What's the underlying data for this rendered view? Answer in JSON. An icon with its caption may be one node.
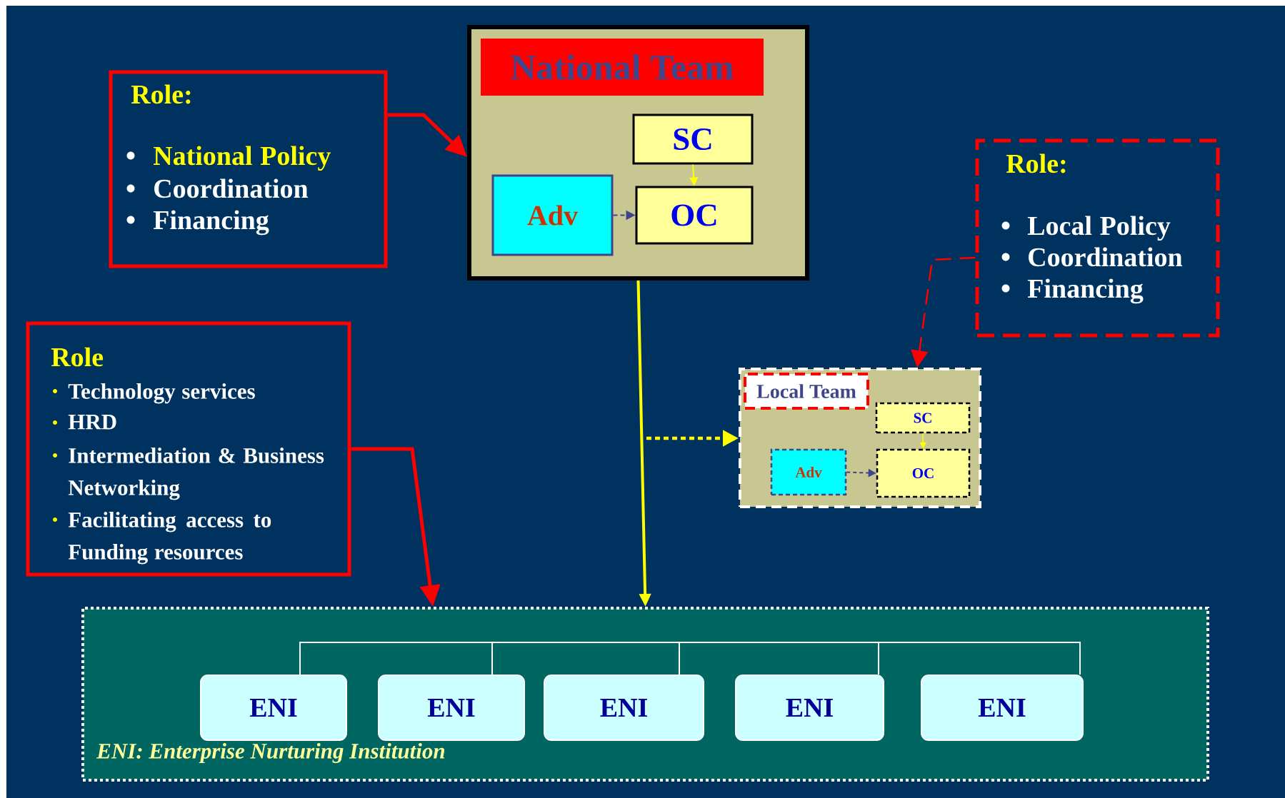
{
  "diagram": {
    "nodes": [
      {
        "text": [
          "National Team"
        ]
      },
      {
        "text": [
          "SC"
        ],
        "in": 0
      },
      {
        "text": [
          "OC"
        ],
        "in": 0
      },
      {
        "text": [
          "Adv"
        ],
        "in": 0
      },
      {
        "text": [
          "Role:",
          "National Policy",
          "Coordination",
          "Financing"
        ]
      },
      {
        "text": [
          "Role:",
          "Local Policy",
          "Coordination",
          "Financing"
        ]
      },
      {
        "text": [
          "Local Team"
        ]
      },
      {
        "text": [
          "SC"
        ],
        "in": 6
      },
      {
        "text": [
          "OC"
        ],
        "in": 6
      },
      {
        "text": [
          "Adv"
        ],
        "in": 6
      },
      {
        "text": [
          "Role",
          "Technology services",
          "HRD",
          "Intermediation & Business Networking",
          "Facilitating access to Funding resources"
        ]
      },
      {
        "text": [
          "ENI: Enterprise Nurturing Institution"
        ]
      },
      {
        "text": [
          "ENI"
        ],
        "in": 11
      },
      {
        "text": [
          "ENI"
        ],
        "in": 11
      },
      {
        "text": [
          "ENI"
        ],
        "in": 11
      },
      {
        "text": [
          "ENI"
        ],
        "in": 11
      },
      {
        "text": [
          "ENI"
        ],
        "in": 11
      }
    ],
    "edges": [
      {
        "from": 4,
        "to": 0,
        "arrow": "to",
        "style": "thick",
        "color": "#ff0000"
      },
      {
        "from": 1,
        "to": 2,
        "arrow": "to",
        "color": "#ffff00"
      },
      {
        "from": 3,
        "to": 2,
        "arrow": "to",
        "style": "dashed",
        "color": "#3f4589"
      },
      {
        "from": 5,
        "to": 6,
        "arrow": "to",
        "style": "dashed",
        "color": "#ff0000"
      },
      {
        "from": 0,
        "to": 11,
        "arrow": "to",
        "color": "#ffff00"
      },
      {
        "from": null,
        "to": 6,
        "arrow": "to",
        "style": "dashed",
        "color": "#ffff00"
      },
      {
        "from": 10,
        "to": 11,
        "arrow": "to",
        "style": "thick",
        "color": "#ff0000"
      },
      {
        "from": 7,
        "to": 8,
        "arrow": "to",
        "color": "#ffff00"
      },
      {
        "from": 9,
        "to": 8,
        "arrow": "to",
        "style": "dashed",
        "color": "#3f4589"
      },
      {
        "from": 12,
        "to": 13,
        "arrow": "none",
        "color": "#ffffff"
      },
      {
        "from": 13,
        "to": 14,
        "arrow": "none",
        "color": "#ffffff"
      },
      {
        "from": 14,
        "to": 15,
        "arrow": "none",
        "color": "#ffffff"
      },
      {
        "from": 15,
        "to": 16,
        "arrow": "none",
        "color": "#ffffff"
      }
    ]
  }
}
